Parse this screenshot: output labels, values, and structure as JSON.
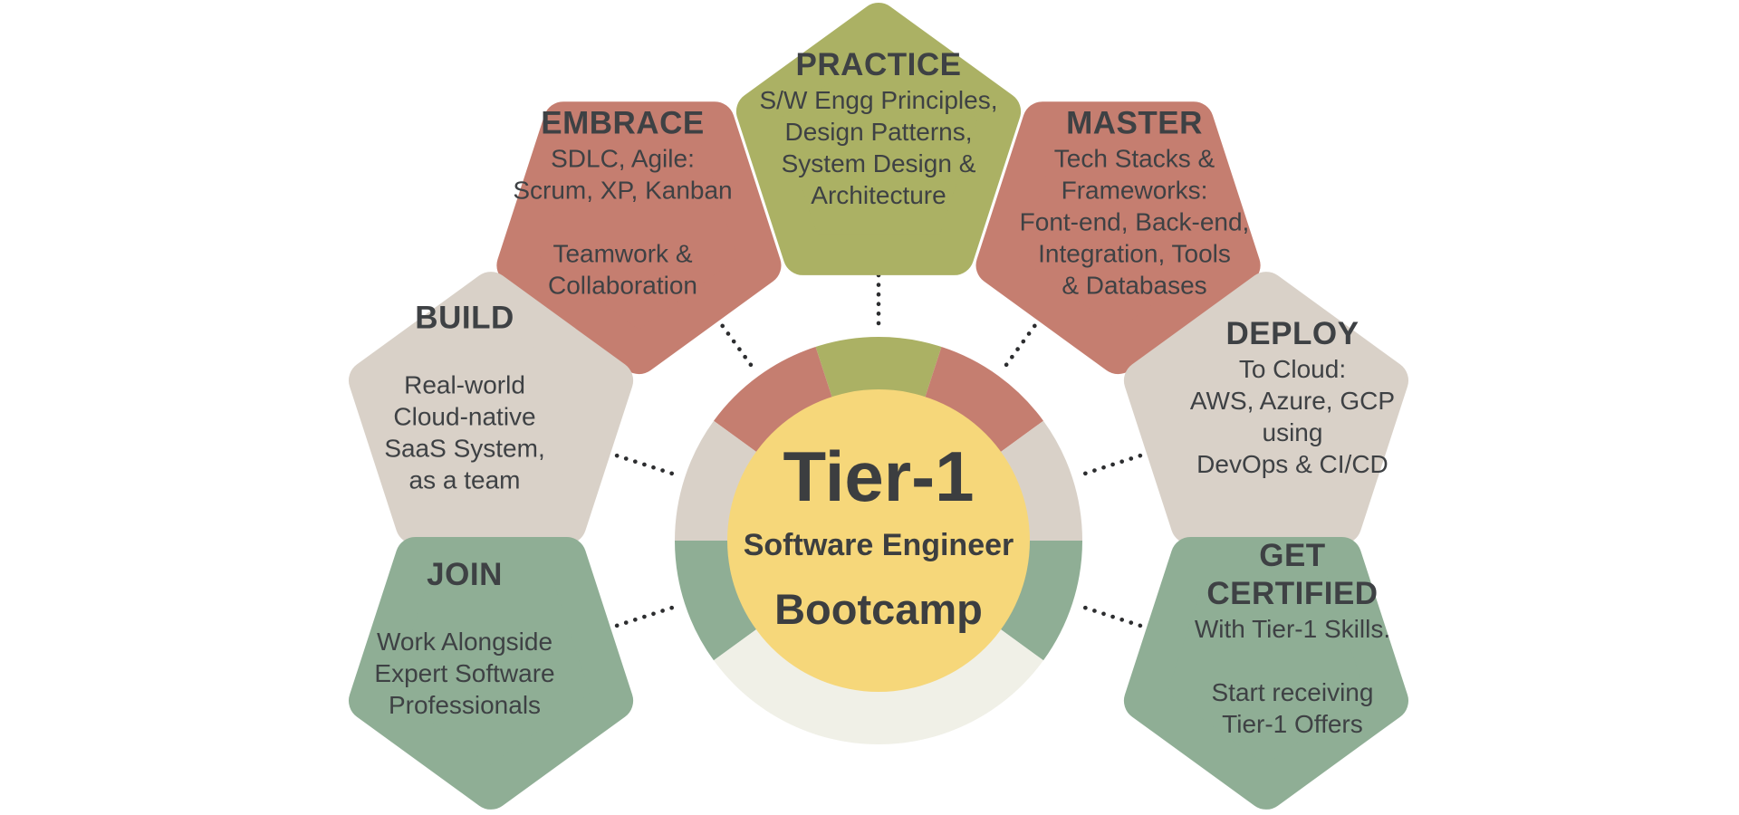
{
  "title": "Tier-1 Software Engineer Bootcamp",
  "center": {
    "line1": "Tier-1",
    "line2": "Software Engineer",
    "line3": "Bootcamp"
  },
  "colors": {
    "salmon": "#c57e70",
    "olive": "#abb164",
    "beige": "#d9d1c8",
    "green": "#8fae95",
    "yellow": "#f6d77a",
    "cream": "#f0f0e7",
    "text": "#3e4144",
    "connector": "#2c2d2f",
    "background": "#ffffff"
  },
  "petals": [
    {
      "id": "practice",
      "label": "PRACTICE",
      "color": "olive",
      "angle": 90,
      "lines": [
        "S/W Engg Principles,",
        "Design Patterns,",
        "System Design &",
        "Architecture"
      ]
    },
    {
      "id": "embrace",
      "label": "EMBRACE",
      "color": "salmon",
      "angle": 126,
      "lines": [
        "SDLC, Agile:",
        "Scrum, XP, Kanban",
        "",
        "Teamwork &",
        "Collaboration"
      ]
    },
    {
      "id": "master",
      "label": "MASTER",
      "color": "salmon",
      "angle": 54,
      "lines": [
        "Tech Stacks &",
        "Frameworks:",
        "Font-end, Back-end,",
        "Integration, Tools",
        "& Databases"
      ]
    },
    {
      "id": "build",
      "label": "BUILD",
      "color": "beige",
      "angle": 162,
      "lines": [
        "",
        "Real-world",
        "Cloud-native",
        "SaaS System,",
        "as a team"
      ]
    },
    {
      "id": "deploy",
      "label": "DEPLOY",
      "color": "beige",
      "angle": 18,
      "lines": [
        "To Cloud:",
        "AWS, Azure, GCP",
        "using",
        "DevOps & CI/CD"
      ]
    },
    {
      "id": "join",
      "label": "JOIN",
      "color": "green",
      "angle": 198,
      "lines": [
        "",
        "Work Alongside",
        "Expert Software",
        "Professionals"
      ]
    },
    {
      "id": "get-certified",
      "label": "GET CERTIFIED",
      "label_lines": [
        "GET",
        "CERTIFIED"
      ],
      "color": "green",
      "angle": 342,
      "lines": [
        "With Tier-1 Skills.",
        "",
        "Start receiving",
        "Tier-1 Offers"
      ]
    }
  ],
  "ring": {
    "segments": [
      {
        "id": "practice",
        "color": "olive",
        "from": 72,
        "to": 108
      },
      {
        "id": "embrace",
        "color": "salmon",
        "from": 108,
        "to": 144
      },
      {
        "id": "master",
        "color": "salmon",
        "from": 36,
        "to": 72
      },
      {
        "id": "build",
        "color": "beige",
        "from": 144,
        "to": 180
      },
      {
        "id": "deploy",
        "color": "beige",
        "from": 0,
        "to": 36
      },
      {
        "id": "join",
        "color": "green",
        "from": 180,
        "to": 216
      },
      {
        "id": "get-certified",
        "color": "green",
        "from": 324,
        "to": 360
      },
      {
        "id": "base",
        "color": "cream",
        "from": 216,
        "to": 324
      }
    ]
  }
}
